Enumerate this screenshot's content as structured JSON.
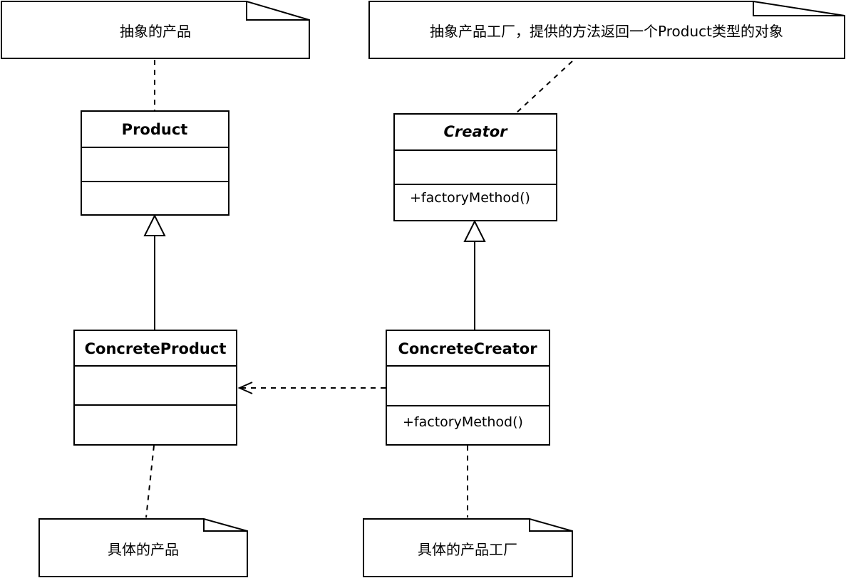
{
  "notes": {
    "abstract_product": "抽象的产品",
    "abstract_factory": "抽象产品工厂，提供的方法返回一个Product类型的对象",
    "concrete_product": "具体的产品",
    "concrete_factory": "具体的产品工厂"
  },
  "classes": {
    "product": {
      "name": "Product",
      "method": ""
    },
    "creator": {
      "name": "Creator",
      "method": "+factoryMethod()",
      "italic": true
    },
    "concrete_product": {
      "name": "ConcreteProduct",
      "method": ""
    },
    "concrete_creator": {
      "name": "ConcreteCreator",
      "method": "+factoryMethod()"
    }
  }
}
